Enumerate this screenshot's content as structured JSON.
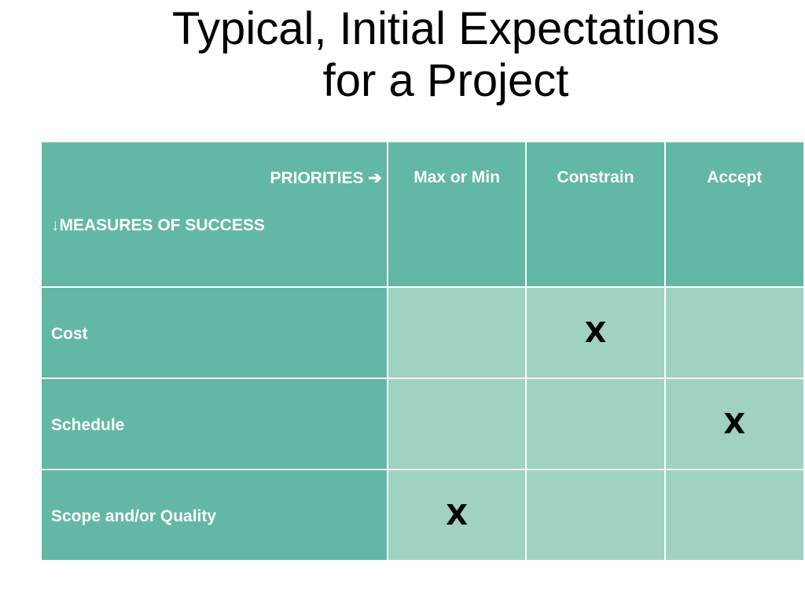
{
  "title": {
    "line1": "Typical, Initial Expectations",
    "line2": "for a Project"
  },
  "table": {
    "corner": {
      "priorities_label": "PRIORITIES ➔",
      "measures_label": "↓MEASURES OF SUCCESS"
    },
    "columns": [
      "Max or Min",
      "Constrain",
      "Accept"
    ],
    "rows": [
      {
        "label": "Cost",
        "marks": [
          "",
          "X",
          ""
        ]
      },
      {
        "label": "Schedule",
        "marks": [
          "",
          "",
          "X"
        ]
      },
      {
        "label": "Scope and/or Quality",
        "marks": [
          "X",
          "",
          ""
        ]
      }
    ]
  },
  "colors": {
    "header_teal": "#62b8a4",
    "cell_light_teal": "#9fd2c1"
  }
}
